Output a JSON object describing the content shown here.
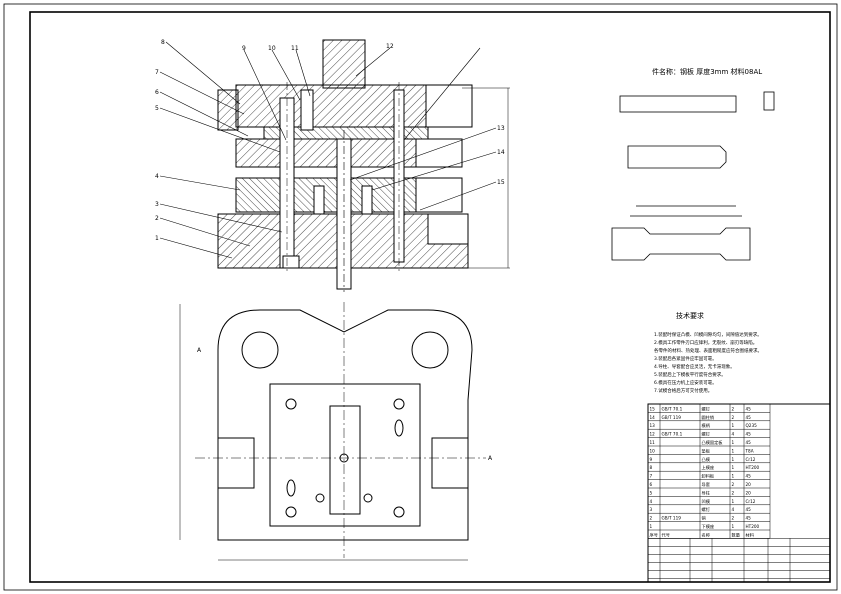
{
  "callouts": {
    "top": [
      "8",
      "9",
      "10",
      "11",
      "12"
    ],
    "left": [
      "7",
      "6",
      "5",
      "4",
      "3",
      "2",
      "1"
    ],
    "right": [
      "13",
      "14",
      "15"
    ]
  },
  "views": {
    "section_a_label": "A",
    "section_b_label": "A"
  },
  "part_drawing": {
    "title": "件名称：钢板    厚度3mm    材料08AL"
  },
  "notes": {
    "title": "技术要求",
    "lines": [
      "1.装配时保证凸模、凹模间隙均匀，间隙值达到要求。",
      "2.模具工作零件刃口应锋利，无裂纹、崩刃等缺陷。",
      "  各零件的材料、热处理、表面粗糙度应符合图纸要求。",
      "3.装配后各紧固件应牢固可靠。",
      "4.导柱、导套配合应灵活，无卡滞现象。",
      "5.装配后上下模板平行度符合要求。",
      "6.模具在压力机上应安装可靠。",
      "7.试模合格后方可交付使用。"
    ]
  },
  "bom": {
    "rows": [
      [
        "15",
        "GB/T 70.1",
        "螺钉",
        "2",
        "45"
      ],
      [
        "14",
        "GB/T 119",
        "圆柱销",
        "2",
        "45"
      ],
      [
        "13",
        "",
        "模柄",
        "1",
        "Q235"
      ],
      [
        "12",
        "GB/T 70.1",
        "螺钉",
        "4",
        "45"
      ],
      [
        "11",
        "",
        "凸模固定板",
        "1",
        "45"
      ],
      [
        "10",
        "",
        "垫板",
        "1",
        "T8A"
      ],
      [
        "9",
        "",
        "凸模",
        "1",
        "Cr12"
      ],
      [
        "8",
        "",
        "上模座",
        "1",
        "HT200"
      ],
      [
        "7",
        "",
        "卸料板",
        "1",
        "45"
      ],
      [
        "6",
        "",
        "导套",
        "2",
        "20"
      ],
      [
        "5",
        "",
        "导柱",
        "2",
        "20"
      ],
      [
        "4",
        "",
        "凹模",
        "1",
        "Cr12"
      ],
      [
        "3",
        "",
        "螺钉",
        "4",
        "45"
      ],
      [
        "2",
        "GB/T 119",
        "销",
        "2",
        "45"
      ],
      [
        "1",
        "",
        "下模座",
        "1",
        "HT200"
      ]
    ],
    "header": [
      "序号",
      "代号",
      "名称",
      "数量",
      "材料"
    ]
  }
}
